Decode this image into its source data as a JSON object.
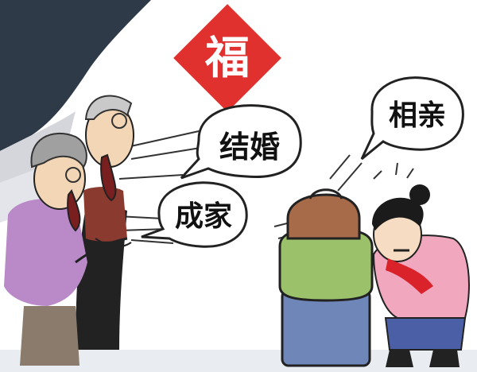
{
  "fu_sign": {
    "character": "福",
    "color": "#e0312f"
  },
  "bubbles": {
    "marriage": "结婚",
    "family": "成家",
    "blind_date": "相亲"
  },
  "colors": {
    "elder_woman_sweater": "#b98ac7",
    "elder_man_vest": "#8a3a2e",
    "young_woman_jacket": "#f1a7bd",
    "scarf": "#d9222a",
    "luggage_green": "#9bc26a",
    "suitcase_blue": "#6f86b8",
    "bag_brown": "#a86b4a"
  }
}
